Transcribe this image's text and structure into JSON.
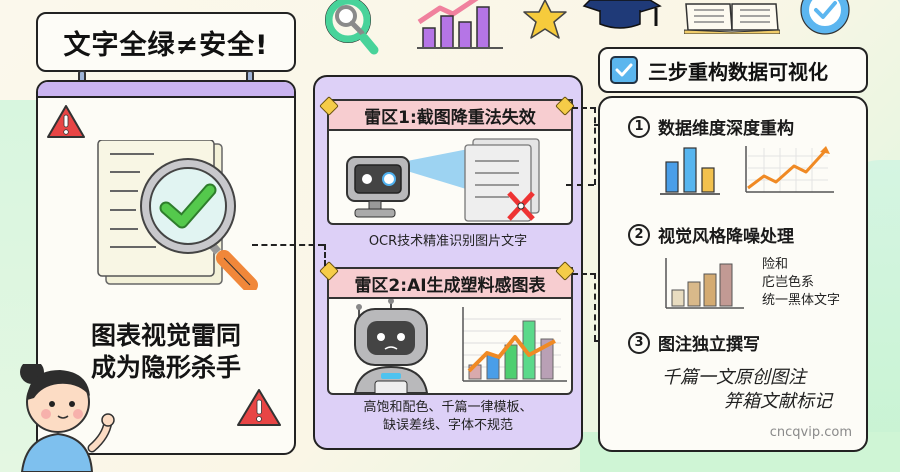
{
  "left": {
    "title": "文字全绿≠安全!",
    "headline_line1": "图表视觉雷同",
    "headline_line2": "成为隐形杀手"
  },
  "top_icons": [
    "magnifier-icon",
    "bar-chart-icon",
    "star-icon",
    "graduation-cap-icon",
    "open-book-icon",
    "verified-badge-icon"
  ],
  "middle": {
    "zone1": {
      "title": "雷区1:截图降重法失效",
      "caption": "OCR技术精准识别图片文字"
    },
    "zone2": {
      "title": "雷区2:AI生成塑料感图表",
      "caption_line1": "高饱和配色、千篇一律模板、",
      "caption_line2": "缺误差线、字体不规范"
    }
  },
  "right": {
    "title": "三步重构数据可视化",
    "steps": [
      {
        "num": "1",
        "label": "数据维度深度重构"
      },
      {
        "num": "2",
        "label": "视觉风格降噪处理"
      },
      {
        "num": "3",
        "label": "图注独立撰写"
      }
    ],
    "step2_notes": [
      "险和",
      "庀岂色系",
      "统一黑体文字"
    ],
    "handwriting_line1": "千篇一文原创图注",
    "handwriting_line2": "笄箱文献标记",
    "watermark": "cncqvip.com"
  },
  "colors": {
    "accent_purple": "#ddd0f7",
    "zone_pink": "#f7cdd0",
    "warning_red": "#e84545",
    "check_green": "#4cc64a",
    "check_blue": "#5bb6ee"
  }
}
